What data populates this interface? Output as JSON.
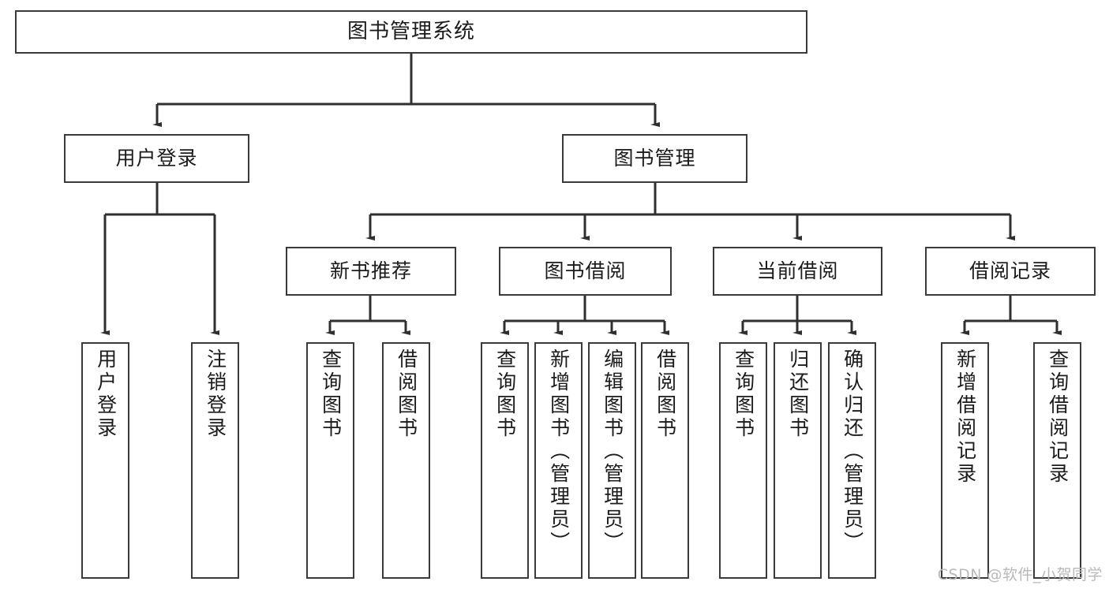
{
  "diagram": {
    "title": "图书管理系统",
    "type": "tree",
    "watermark": "CSDN @软件_小贺同学",
    "colors": {
      "box_border": "#3a3a3a",
      "box_fill": "#ffffff",
      "edge": "#2f2f2f",
      "text": "#1b1b1b",
      "watermark": "#b9b9b9",
      "background": "#ffffff"
    },
    "nodes": {
      "root": {
        "label": "图书管理系统"
      },
      "level2": [
        {
          "id": "user-login",
          "label": "用户登录"
        },
        {
          "id": "book-management",
          "label": "图书管理"
        }
      ],
      "level3": [
        {
          "id": "new-book-recommend",
          "label": "新书推荐"
        },
        {
          "id": "book-borrow",
          "label": "图书借阅"
        },
        {
          "id": "current-borrow",
          "label": "当前借阅"
        },
        {
          "id": "borrow-record",
          "label": "借阅记录"
        }
      ],
      "leaves": [
        {
          "id": "leaf-user-login",
          "label": "用户登录",
          "parent": "user-login"
        },
        {
          "id": "leaf-user-logout",
          "label": "注销登录",
          "parent": "user-login"
        },
        {
          "id": "leaf-query-book-1",
          "label": "查询图书",
          "parent": "new-book-recommend"
        },
        {
          "id": "leaf-borrow-book-1",
          "label": "借阅图书",
          "parent": "new-book-recommend"
        },
        {
          "id": "leaf-query-book-2",
          "label": "查询图书",
          "parent": "book-borrow"
        },
        {
          "id": "leaf-add-book",
          "label": "新增图书（管理员）",
          "parent": "book-borrow"
        },
        {
          "id": "leaf-edit-book",
          "label": "编辑图书（管理员）",
          "parent": "book-borrow"
        },
        {
          "id": "leaf-borrow-book-2",
          "label": "借阅图书",
          "parent": "book-borrow"
        },
        {
          "id": "leaf-query-book-3",
          "label": "查询图书",
          "parent": "current-borrow"
        },
        {
          "id": "leaf-return-book",
          "label": "归还图书",
          "parent": "current-borrow"
        },
        {
          "id": "leaf-confirm-return",
          "label": "确认归还（管理员）",
          "parent": "current-borrow"
        },
        {
          "id": "leaf-add-record",
          "label": "新增借阅记录",
          "parent": "borrow-record"
        },
        {
          "id": "leaf-query-record",
          "label": "查询借阅记录",
          "parent": "borrow-record"
        }
      ]
    }
  }
}
